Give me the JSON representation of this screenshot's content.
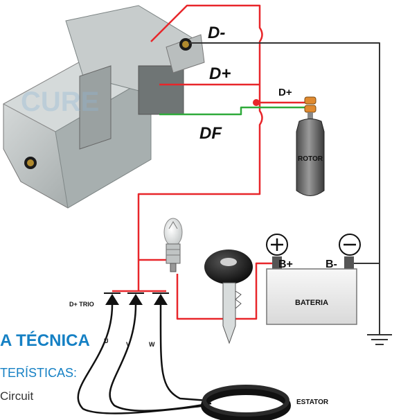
{
  "labels": {
    "d_minus": "D-",
    "d_plus": "D+",
    "df": "DF",
    "rotor_d_plus": "D+",
    "rotor": "ROTOR",
    "b_plus": "B+",
    "b_minus": "B-",
    "bateria": "BATERIA",
    "d_plus_trio": "D+ TRIO",
    "u": "U",
    "v": "V",
    "w": "W",
    "estator": "ESTATOR",
    "watermark": "CURE"
  },
  "caption": {
    "title": "A TÉCNICA",
    "subtitle": "TERÍSTICAS:",
    "text": "Circuit"
  },
  "colors": {
    "red_wire": "#e8262a",
    "black_wire": "#333333",
    "green_wire": "#2eaa3a",
    "caption_blue": "#1580c4"
  }
}
